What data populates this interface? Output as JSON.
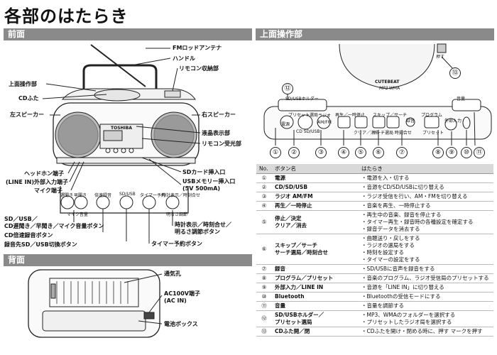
{
  "title": "各部のはたらき",
  "sections": {
    "front": "前面",
    "back": "背面",
    "top_ops": "上面操作部"
  },
  "front_labels": {
    "fm_antenna": "FMロッドアンテナ",
    "handle": "ハンドル",
    "remote_storage": "リモコン収納部",
    "top_panel": "上面操作部",
    "cd_lid": "CDふた",
    "left_speaker": "左スピーカー",
    "right_speaker": "右スピーカー",
    "lcd": "液晶表示部",
    "remote_sensor": "リモコン受光部",
    "sd_slot": "SDカード挿入口",
    "usb_slot_1": "USBメモリー挿入口",
    "usb_slot_2": "(5V 500mA)",
    "headphone_1": "ヘッドホン端子",
    "headphone_2": "(LINE IN)外部入力端子",
    "mic_jack": "マイク端子",
    "sd_usb_1": "SD／USB／",
    "sd_usb_2": "CD遅聞き／早聞き／マイク音量ボタン",
    "cd_dub": "CD倍速録音ボタン",
    "rec_dest": "録音先SD／USB切換ボタン",
    "clock_1": "時計表示／時刻合せ／",
    "clock_2": "明るさ調節ボタン",
    "timer": "タイマー予約ボタン"
  },
  "front_buttons": {
    "b1": "遅聞き",
    "b1b": "早聞き",
    "b1c": "マイク音量",
    "b2": "倍速録音",
    "b3": "SD/USB",
    "b4": "タイマー予約",
    "b5": "時計表示／時刻合せ",
    "b5b": "明るさ調節",
    "brand": "TOSHIBA"
  },
  "back_labels": {
    "vent": "通気孔",
    "ac_1": "AC100V端子",
    "ac_2": "(AC IN)",
    "battery": "電池ボックス"
  },
  "top_labels": {
    "cutebeat": "CUTEBEAT",
    "mp3": "MP3",
    "wma": "WMA",
    "push": "押す",
    "folder": "SD/USBホルダー",
    "preset": "プリセット選局",
    "power": "電源",
    "cd_sd_usb": "CD SD/USB",
    "radio": "ラジオ",
    "am_fm": "AM/FM",
    "play": "再生／一時停止",
    "stop": "停止／決定",
    "clear": "クリア／消去",
    "skip": "スキップ／サーチ",
    "skip2": "サーチ選局 時刻合せ",
    "rec": "録音",
    "program": "プログラム",
    "program2": "プリセット",
    "line_in": "外部入力",
    "line_in2": "LINE IN",
    "bt": "Bluetooth",
    "volume": "音量"
  },
  "callouts": [
    "①",
    "②",
    "③",
    "④",
    "⑤",
    "⑥",
    "⑦",
    "⑧",
    "⑨",
    "⑩",
    "⑪",
    "⑫",
    "⑬"
  ],
  "table": {
    "headers": [
      "No.",
      "ボタン名",
      "はたらき"
    ],
    "rows": [
      {
        "no": "①",
        "name": "電源",
        "desc": [
          "・電源を入・切する"
        ]
      },
      {
        "no": "②",
        "name": "CD/SD/USB",
        "desc": [
          "・音源をCD/SD/USBに切り替える"
        ]
      },
      {
        "no": "③",
        "name": "ラジオ AM/FM",
        "desc": [
          "・ラジオ受信を行い、AM・FMを切り替える"
        ]
      },
      {
        "no": "④",
        "name": "再生／一時停止",
        "desc": [
          "・音楽を再生、一時停止する"
        ]
      },
      {
        "no": "⑤",
        "name": "停止／決定\nクリア／消去",
        "desc": [
          "・再生中の音楽、録音を停止する",
          "・タイマー再生・録音時の各種設定を確定する",
          "・録音データを消去する"
        ]
      },
      {
        "no": "⑥",
        "name": "スキップ／サーチ\nサーチ選局／時刻合せ",
        "desc": [
          "・曲聴送り・戻しをする",
          "・ラジオの選局をする",
          "・時刻を設定する",
          "・タイマーの設定をする"
        ]
      },
      {
        "no": "⑦",
        "name": "録音",
        "desc": [
          "・SD/USBに音声を録音をする"
        ]
      },
      {
        "no": "⑧",
        "name": "プログラム／プリセット",
        "desc": [
          "・音楽のプログラム、ラジオ受信局のプリセットする"
        ]
      },
      {
        "no": "⑨",
        "name": "外部入力／LINE IN",
        "desc": [
          "・音源を「LINE IN」に切り替える"
        ]
      },
      {
        "no": "⑩",
        "name": "Bluetooth",
        "desc": [
          "・Bluetoothの受信モードにする"
        ]
      },
      {
        "no": "⑪",
        "name": "音量",
        "desc": [
          "・音量を調節する"
        ]
      },
      {
        "no": "⑫",
        "name": "SD/USBホルダー／\nプリセット選局",
        "desc": [
          "・MP3、WMAのフォルダーを選択する",
          "・プリセットしたラジオ局を選択する"
        ]
      },
      {
        "no": "⑬",
        "name": "CDふた開／閉",
        "desc": [
          "・CDふたを開け・閉める時に、押す マークを押す"
        ]
      }
    ]
  }
}
